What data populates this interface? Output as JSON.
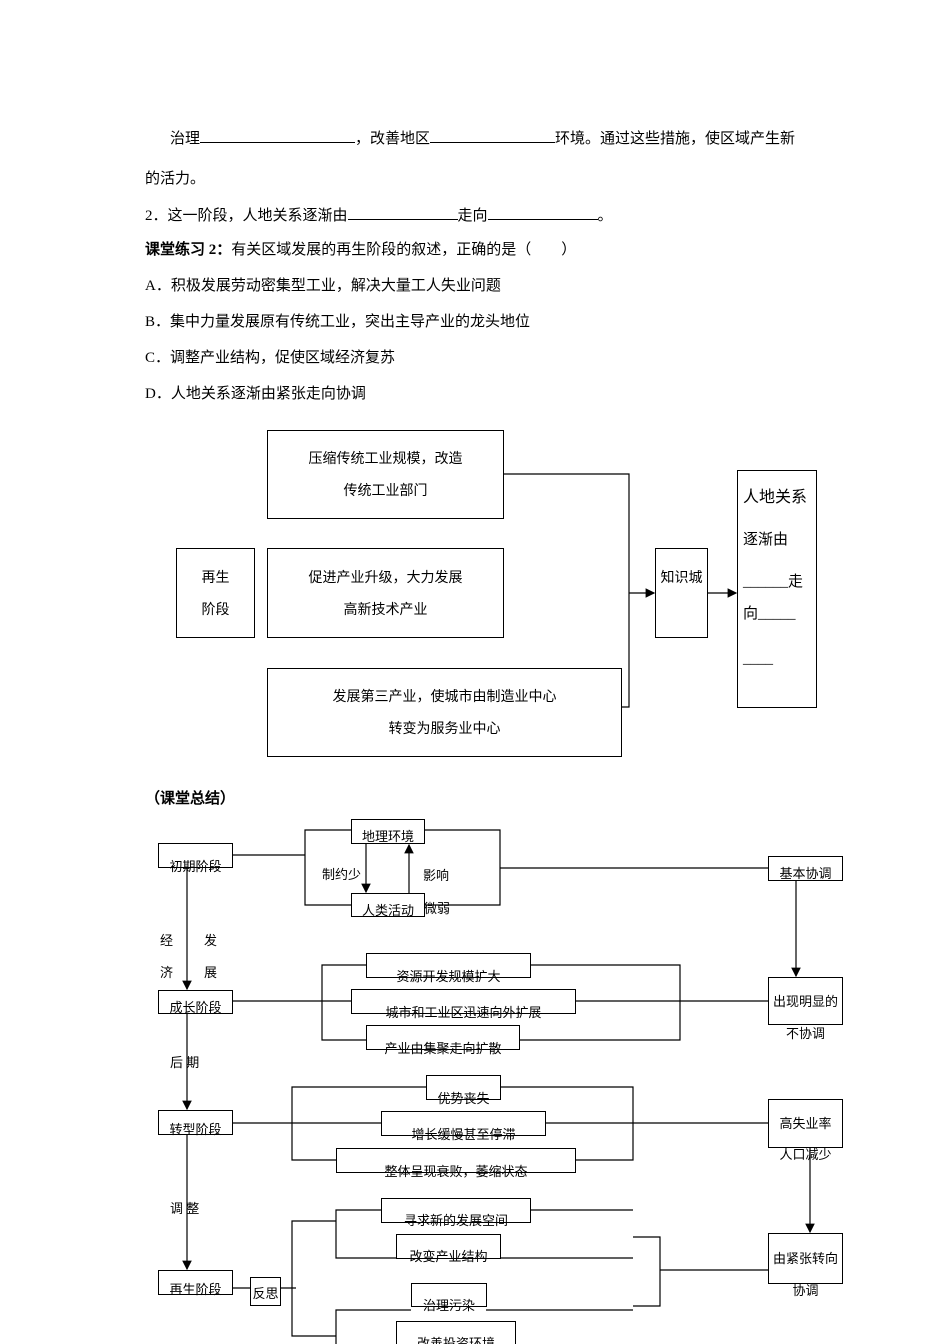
{
  "text": {
    "l1_a": "治理",
    "l1_b": "，改善地区",
    "l1_c": "环境。通过这些措施，使区域产生新",
    "l2": "的活力。",
    "l3_a": "2．这一阶段，人地关系逐渐由",
    "l3_b": "走向",
    "l3_c": "。",
    "ex_label": "课堂练习 2：",
    "ex_q": "有关区域发展的再生阶段的叙述，正确的是（　　）",
    "opts": [
      "A．积极发展劳动密集型工业，解决大量工人失业问题",
      "B．集中力量发展原有传统工业，突出主导产业的龙头地位",
      "C．调整产业结构，促使区域经济复苏",
      "D．人地关系逐渐由紧张走向协调"
    ]
  },
  "diagram1": {
    "box1": [
      "压缩传统工业规模，改造",
      "传统工业部门"
    ],
    "box2": [
      "促进产业升级，大力发展",
      "高新技术产业"
    ],
    "box3": [
      "发展第三产业，使城市由制造业中心",
      "转变为服务业中心"
    ],
    "stage": [
      "再生",
      "阶段"
    ],
    "city": "知识城",
    "result": [
      "人地关系",
      "逐渐由",
      "______走",
      "向_____",
      "____"
    ]
  },
  "summary": {
    "title": "（课堂总结）",
    "stages": [
      "初期阶段",
      "成长阶段",
      "转型阶段",
      "再生阶段"
    ],
    "arrows": [
      "经",
      "发",
      "济",
      "展",
      "后 期",
      "调 整"
    ],
    "initial": {
      "env": "地理环境",
      "human": "人类活动",
      "constrain": "制约少",
      "influence": "影响",
      "weak": "微弱"
    },
    "growth": [
      "资源开发规模扩大",
      "城市和工业区迅速向外扩展",
      "产业由集聚走向扩散"
    ],
    "transition": [
      "优势丧失",
      "增长缓慢甚至停滞",
      "整体呈现衰败，萎缩状态"
    ],
    "reflect": "反思",
    "regen": [
      "寻求新的发展空间",
      "改变产业结构",
      "治理污染",
      "改善投资环境"
    ],
    "results": [
      "基本协调",
      "出现明显的",
      "不协调",
      "高失业率",
      "人口减少",
      "由紧张转向",
      "协调"
    ]
  }
}
